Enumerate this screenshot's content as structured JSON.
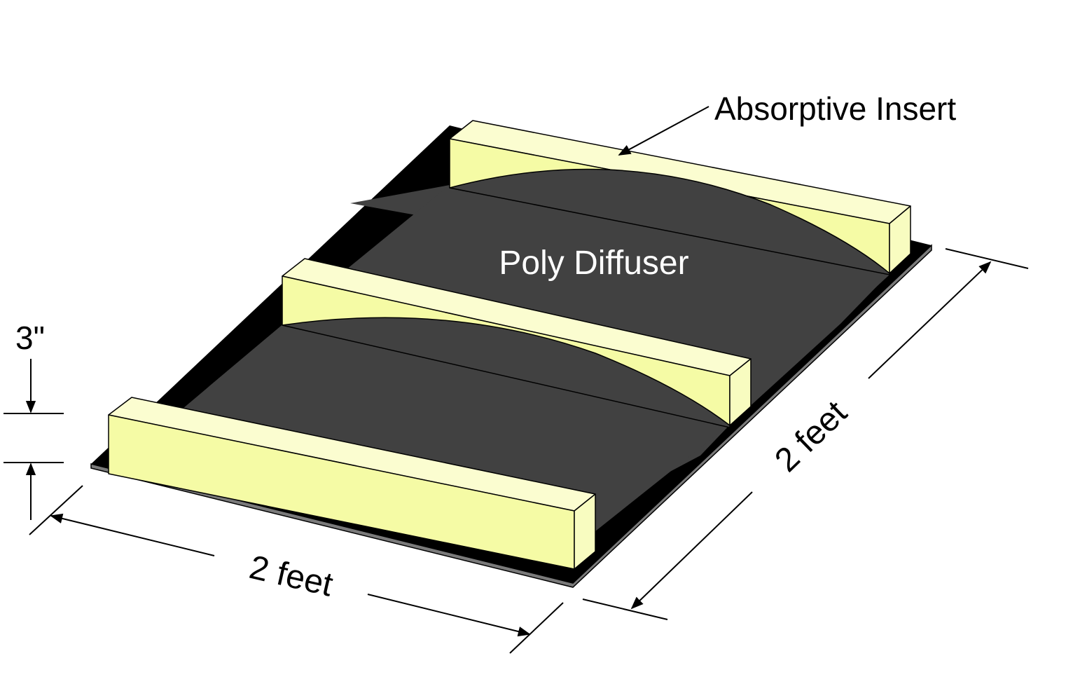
{
  "labels": {
    "absorptive_insert": "Absorptive Insert",
    "poly_diffuser": "Poly Diffuser",
    "height": "3\"",
    "width": "2 feet",
    "depth": "2 feet"
  },
  "colors": {
    "background": "#ffffff",
    "base_edge": "#000000",
    "base_gray": "#7a7a7a",
    "diffuser": "#414141",
    "insert_front": "#f5fba5",
    "insert_top": "#fbfdd0",
    "insert_end": "#f8fcc0",
    "outline": "#000000",
    "diffuser_label": "#ffffff",
    "text": "#000000"
  }
}
